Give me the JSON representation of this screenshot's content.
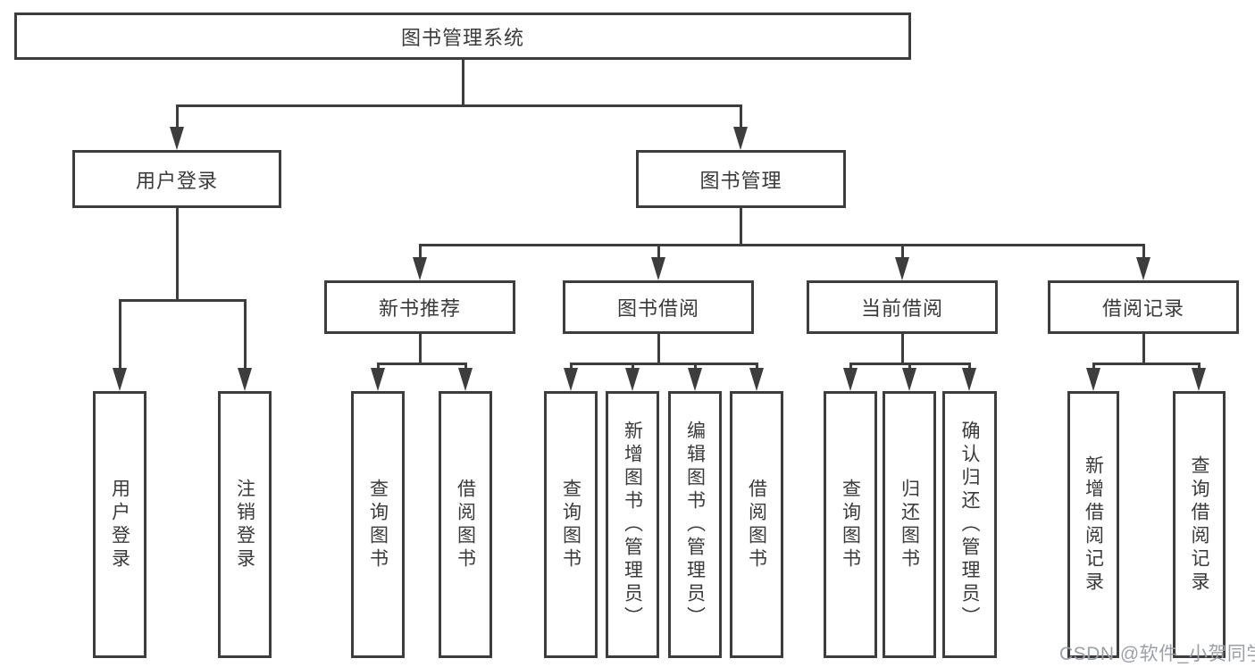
{
  "diagram": {
    "root": {
      "label": "图书管理系统"
    },
    "branches": {
      "user_login": {
        "label": "用户登录",
        "children": {
          "login": {
            "label": "用户登录"
          },
          "logout": {
            "label": "注销登录"
          }
        }
      },
      "book_management": {
        "label": "图书管理",
        "children": {
          "new_books": {
            "label": "新书推荐",
            "children": {
              "query_books": {
                "label": "查询图书"
              },
              "borrow_books": {
                "label": "借阅图书"
              }
            }
          },
          "book_borrow": {
            "label": "图书借阅",
            "children": {
              "query_books": {
                "label": "查询图书"
              },
              "add_books": {
                "label": "新增图书（管理员）"
              },
              "edit_books": {
                "label": "编辑图书（管理员）"
              },
              "borrow_books": {
                "label": "借阅图书"
              }
            }
          },
          "current_borrow": {
            "label": "当前借阅",
            "children": {
              "query_books": {
                "label": "查询图书"
              },
              "return_books": {
                "label": "归还图书"
              },
              "confirm_return": {
                "label": "确认归还（管理员）"
              }
            }
          },
          "borrow_records": {
            "label": "借阅记录",
            "children": {
              "add_record": {
                "label": "新增借阅记录"
              },
              "query_record": {
                "label": "查询借阅记录"
              }
            }
          }
        }
      }
    }
  },
  "watermark": {
    "text": "CSDN @软件_小贺同学"
  },
  "colors": {
    "line": "#3d3d3d",
    "text": "#3a3a3a",
    "watermark": "#9aa0a6",
    "background": "#ffffff"
  }
}
